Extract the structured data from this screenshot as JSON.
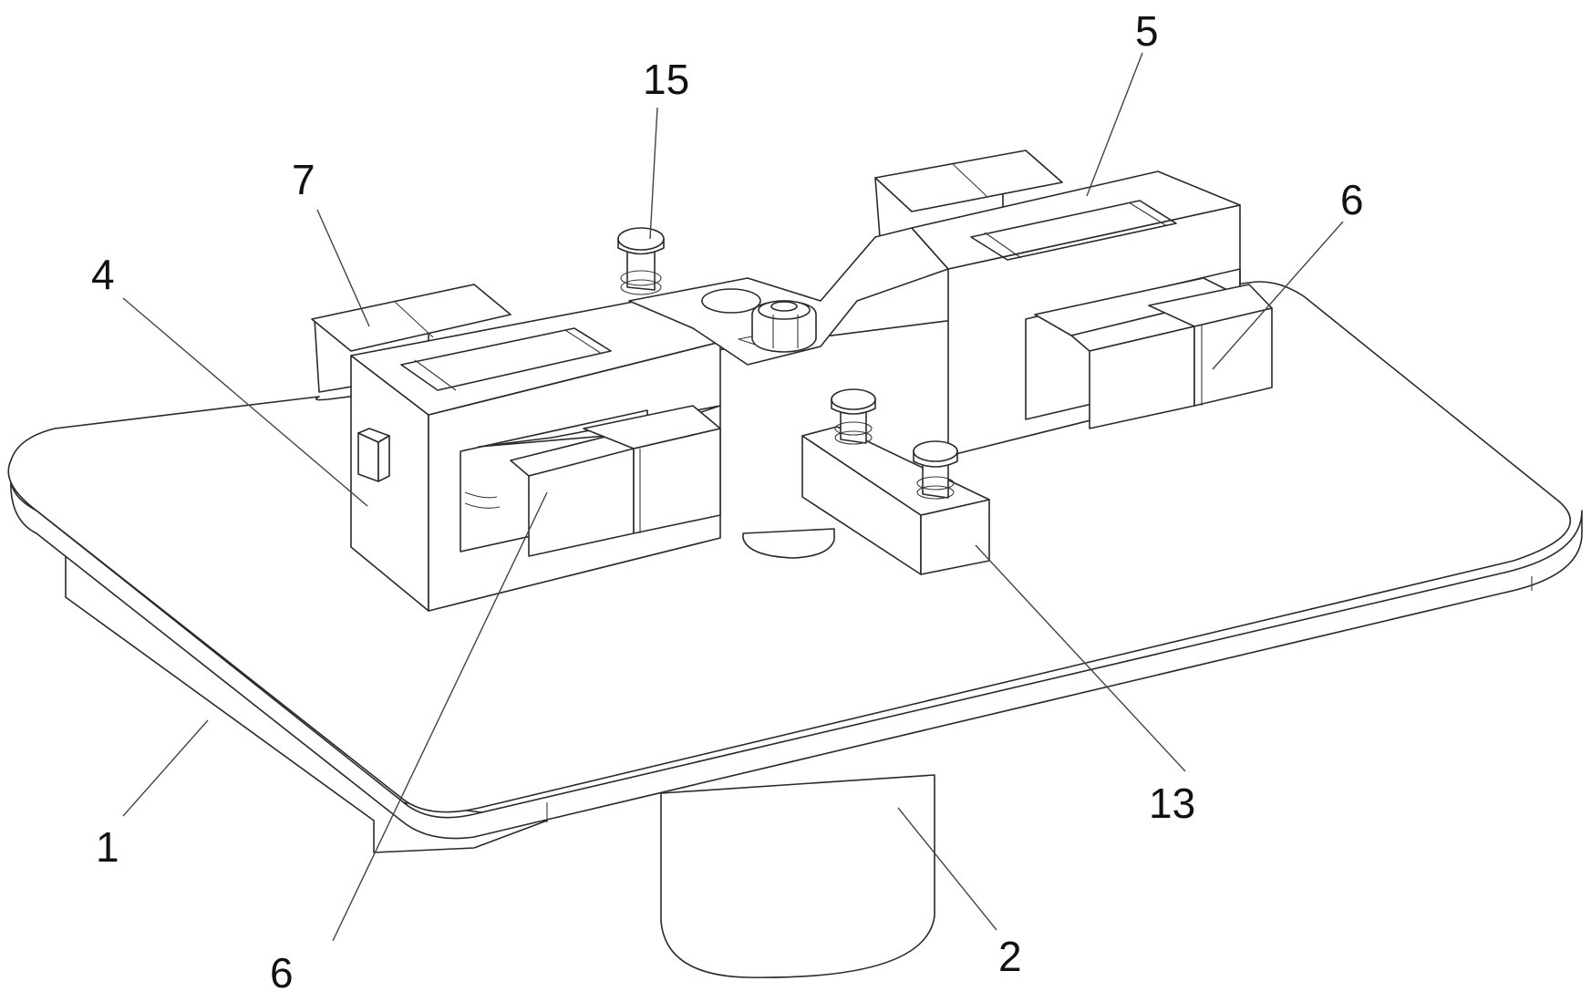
{
  "figure": {
    "type": "patent-perspective-drawing",
    "line_color": "#2a2a2a",
    "background": "#ffffff"
  },
  "reference_numerals": [
    {
      "id": "ref-1",
      "label": "1",
      "part": "base-plate"
    },
    {
      "id": "ref-2",
      "label": "2",
      "part": "support-column"
    },
    {
      "id": "ref-4",
      "label": "4",
      "part": "left-housing"
    },
    {
      "id": "ref-5",
      "label": "5",
      "part": "top-slot"
    },
    {
      "id": "ref-6a",
      "label": "6",
      "part": "left-clamp-block"
    },
    {
      "id": "ref-6b",
      "label": "6",
      "part": "right-clamp-block"
    },
    {
      "id": "ref-7",
      "label": "7",
      "part": "rear-block"
    },
    {
      "id": "ref-13",
      "label": "13",
      "part": "spring-clamp-bar"
    },
    {
      "id": "ref-15",
      "label": "15",
      "part": "spring-pin"
    }
  ]
}
